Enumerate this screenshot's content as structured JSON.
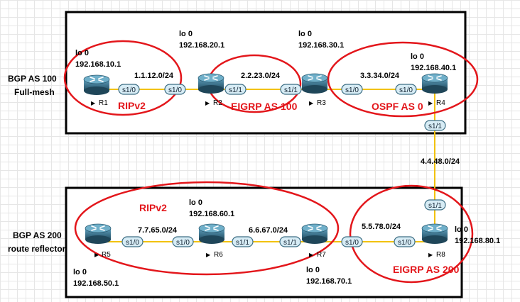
{
  "as100": {
    "title": "BGP AS 100",
    "subtitle": "Full-mesh",
    "rip_label": "RIPv2",
    "eigrp_label": "EIGRP AS 100",
    "ospf_label": "OSPF AS 0"
  },
  "as200": {
    "title": "BGP AS 200",
    "subtitle": "route reflector",
    "rip_label": "RIPv2",
    "eigrp_label": "EIGRP AS 200"
  },
  "routers": {
    "r1": {
      "name": "R1",
      "lo_label": "lo 0",
      "lo_ip": "192.168.10.1"
    },
    "r2": {
      "name": "R2",
      "lo_label": "lo 0",
      "lo_ip": "192.168.20.1"
    },
    "r3": {
      "name": "R3",
      "lo_label": "lo 0",
      "lo_ip": "192.168.30.1"
    },
    "r4": {
      "name": "R4",
      "lo_label": "lo 0",
      "lo_ip": "192.168.40.1"
    },
    "r5": {
      "name": "R5",
      "lo_label": "lo 0",
      "lo_ip": "192.168.50.1"
    },
    "r6": {
      "name": "R6",
      "lo_label": "lo 0",
      "lo_ip": "192.168.60.1"
    },
    "r7": {
      "name": "R7",
      "lo_label": "lo 0",
      "lo_ip": "192.168.70.1"
    },
    "r8": {
      "name": "R8",
      "lo_label": "lo 0",
      "lo_ip": "192.168.80.1"
    }
  },
  "links": {
    "r1_r2": {
      "subnet": "1.1.12.0/24",
      "port_a": "s1/0",
      "port_b": "s1/0"
    },
    "r2_r3": {
      "subnet": "2.2.23.0/24",
      "port_a": "s1/1",
      "port_b": "s1/1"
    },
    "r3_r4": {
      "subnet": "3.3.34.0/24",
      "port_a": "s1/0",
      "port_b": "s1/0"
    },
    "r4_r8": {
      "subnet": "4.4.48.0/24",
      "port_a": "s1/1",
      "port_b": "s1/1"
    },
    "r5_r6": {
      "subnet": "7.7.65.0/24",
      "port_a": "s1/0",
      "port_b": "s1/0"
    },
    "r6_r7": {
      "subnet": "6.6.67.0/24",
      "port_a": "s1/1",
      "port_b": "s1/1"
    },
    "r7_r8": {
      "subnet": "5.5.78.0/24",
      "port_a": "s1/0",
      "port_b": "s1/0"
    }
  },
  "colors": {
    "area_outline": "#e3161b",
    "link": "#f2c20e",
    "router_body": "#3e7f9d",
    "port_fill": "#d7ecf5"
  },
  "icons": {
    "router": "router-icon",
    "pointer": "triangle-right-icon"
  }
}
